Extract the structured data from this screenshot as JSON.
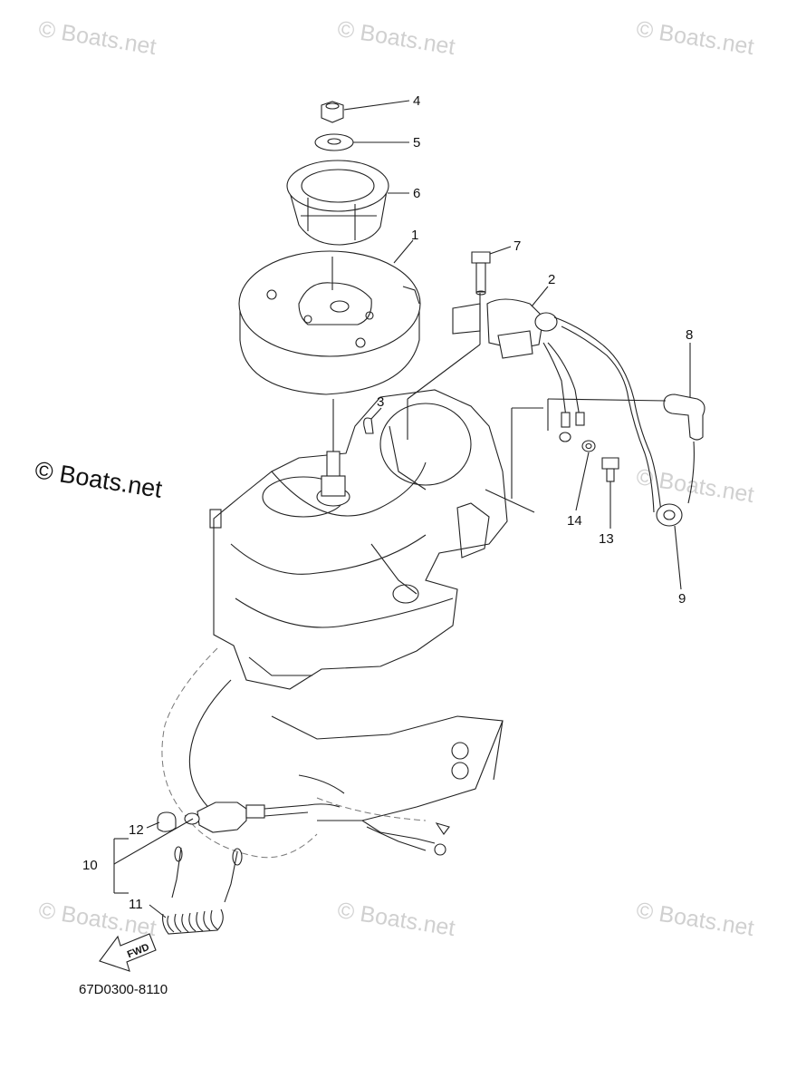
{
  "watermark": "© Boats.net",
  "brand_watermark": "© Boats.net",
  "part_number": "67D0300-8110",
  "fwd_arrow_label": "FWD",
  "callouts": {
    "c1": "1",
    "c2": "2",
    "c3": "3",
    "c4": "4",
    "c5": "5",
    "c6": "6",
    "c7": "7",
    "c8": "8",
    "c9": "9",
    "c10": "10",
    "c11": "11",
    "c12": "12",
    "c13": "13",
    "c14": "14"
  }
}
